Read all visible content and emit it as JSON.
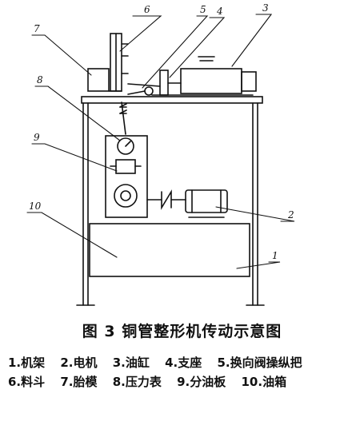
{
  "figure": {
    "callouts": [
      "1",
      "2",
      "3",
      "4",
      "5",
      "6",
      "7",
      "8",
      "9",
      "10"
    ],
    "caption": "图 3   铜管整形机传动示意图",
    "legend": [
      "1.机架",
      "2.电机",
      "3.油缸",
      "4.支座",
      "5.换向阀操纵把",
      "6.料斗",
      "7.胎模",
      "8.压力表",
      "9.分油板",
      "10.油箱"
    ]
  },
  "colors": {
    "ink": "#111111",
    "paper": "#ffffff"
  }
}
